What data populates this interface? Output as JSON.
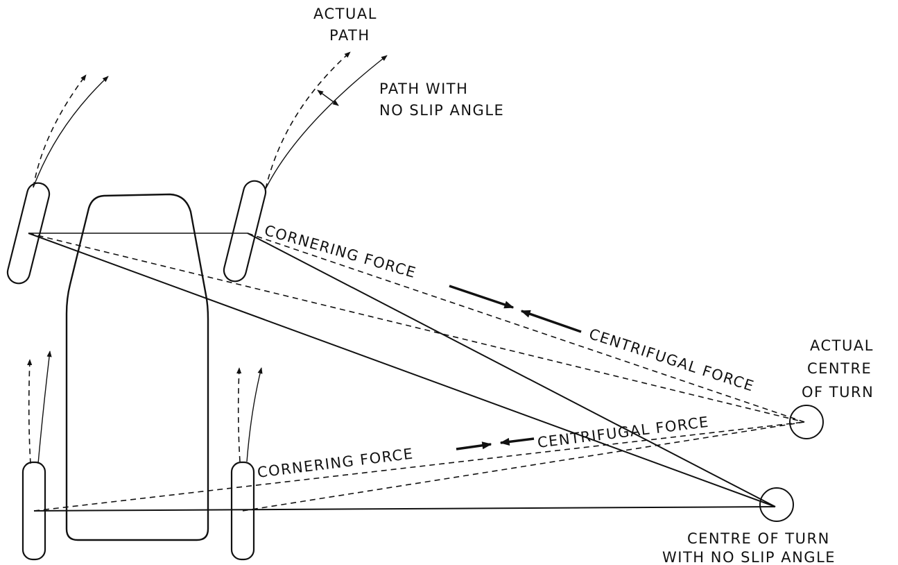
{
  "labels": {
    "actual_path_1": "ACTUAL",
    "actual_path_2": "PATH",
    "no_slip_path_1": "PATH WITH",
    "no_slip_path_2": "NO SLIP ANGLE",
    "cornering_force_front": "CORNERING FORCE",
    "centrifugal_force_front": "CENTRIFUGAL FORCE",
    "actual_centre_1": "ACTUAL",
    "actual_centre_2": "CENTRE",
    "actual_centre_3": "OF TURN",
    "centrifugal_force_rear": "CENTRIFUGAL FORCE",
    "cornering_force_rear": "CORNERING FORCE",
    "no_slip_centre_1": "CENTRE OF TURN",
    "no_slip_centre_2": "WITH NO SLIP ANGLE"
  }
}
